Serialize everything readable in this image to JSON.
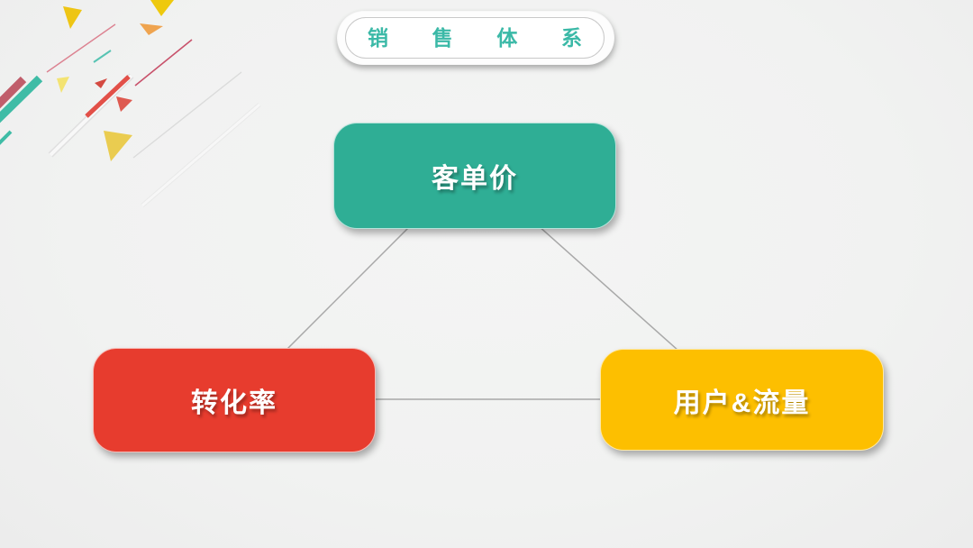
{
  "slide": {
    "background_color": "#f1f2f1",
    "header": {
      "title": "销售体系",
      "title_color": "#3bb9a7",
      "pill_border_color": "#c9c9c9"
    },
    "diagram": {
      "nodes": [
        {
          "id": "top",
          "label": "客单价",
          "color": "#2fae95"
        },
        {
          "id": "left",
          "label": "转化率",
          "color": "#e73c2e"
        },
        {
          "id": "right",
          "label": "用户&流量",
          "color": "#fdbf00"
        }
      ],
      "connector_color": "#a8a8a8"
    },
    "decoration": {
      "name": "confetti-streaks",
      "palette": [
        "#3fbca6",
        "#e25048",
        "#c05e6b",
        "#eec514",
        "#efa44f",
        "#dc8291"
      ]
    }
  }
}
